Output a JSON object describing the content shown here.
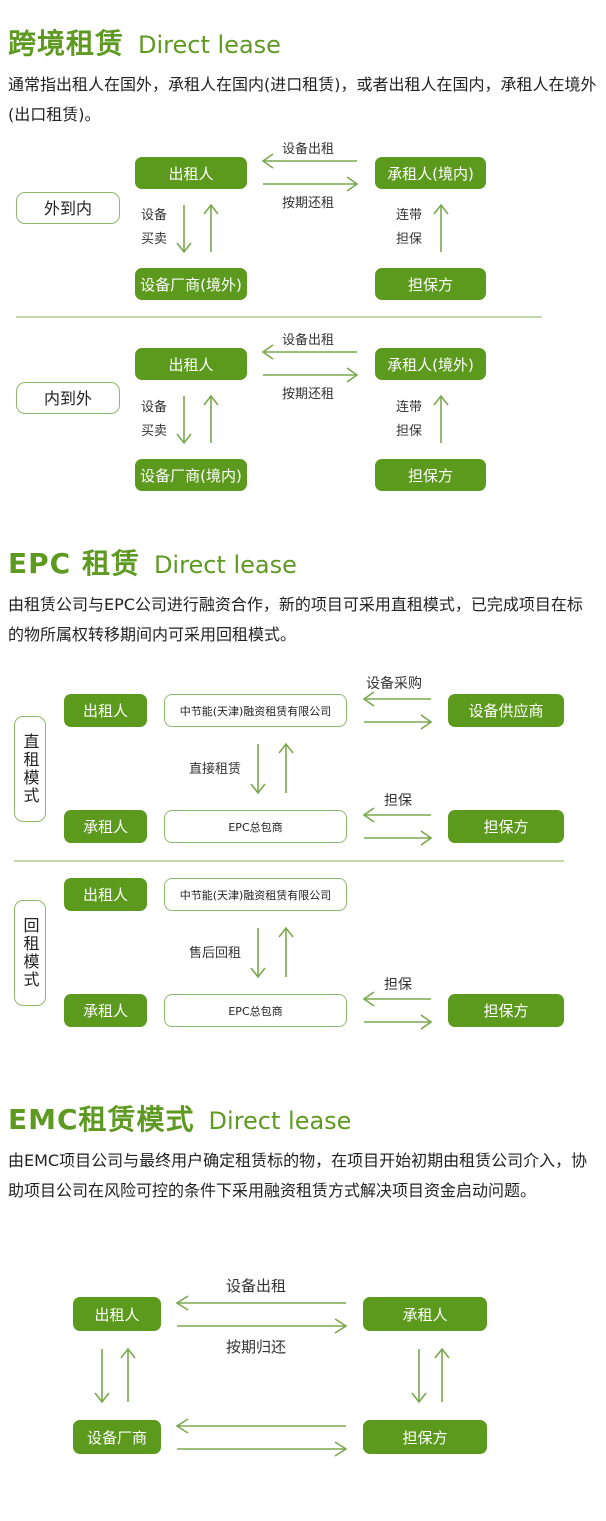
{
  "s1": {
    "title": "跨境租赁",
    "subtitle": "Direct lease",
    "para": "通常指出租人在国外，承租人在国内(进口租赁)，或者出租人在国内，承租人在境外(出口租赁)。",
    "a": {
      "tag": "外到内",
      "lessor": "出租人",
      "lessee": "承租人(境内)",
      "vendor": "设备厂商(境外)",
      "guarantor": "担保方",
      "top_label": "设备出租",
      "bottom_label": "按期还租",
      "left_label_1": "设备",
      "left_label_2": "买卖",
      "right_label_1": "连带",
      "right_label_2": "担保"
    },
    "b": {
      "tag": "内到外",
      "lessor": "出租人",
      "lessee": "承租人(境外)",
      "vendor": "设备厂商(境内)",
      "guarantor": "担保方",
      "top_label": "设备出租",
      "bottom_label": "按期还租",
      "left_label_1": "设备",
      "left_label_2": "买卖",
      "right_label_1": "连带",
      "right_label_2": "担保"
    }
  },
  "s2": {
    "title": "EPC 租赁",
    "subtitle": "Direct lease",
    "para": "由租赁公司与EPC公司进行融资合作，新的项目可采用直租模式，已完成项目在标的物所属权转移期间内可采用回租模式。",
    "a": {
      "tag": "直租模式",
      "lessor": "出租人",
      "company": "中节能(天津)融资租赁有限公司",
      "supplier": "设备供应商",
      "supplier_label": "设备采购",
      "mid_label": "直接租赁",
      "lessee": "承租人",
      "epc": "EPC总包商",
      "guarantor": "担保方",
      "guarantee_label": "担保"
    },
    "b": {
      "tag": "回租模式",
      "lessor": "出租人",
      "company": "中节能(天津)融资租赁有限公司",
      "mid_label": "售后回租",
      "lessee": "承租人",
      "epc": "EPC总包商",
      "guarantor": "担保方",
      "guarantee_label": "担保"
    }
  },
  "s3": {
    "title": "EMC租赁模式",
    "subtitle": "Direct lease",
    "para": "由EMC项目公司与最终用户确定租赁标的物，在项目开始初期由租赁公司介入，协助项目公司在风险可控的条件下采用融资租赁方式解决项目资金启动问题。",
    "lessor": "出租人",
    "lessee": "承租人",
    "vendor": "设备厂商",
    "guarantor": "担保方",
    "top_label": "设备出租",
    "bottom_label": "按期归还"
  },
  "colors": {
    "accent": "#5c9a1e",
    "arrow": "#7aa84e",
    "outline": "#8cb86a"
  }
}
